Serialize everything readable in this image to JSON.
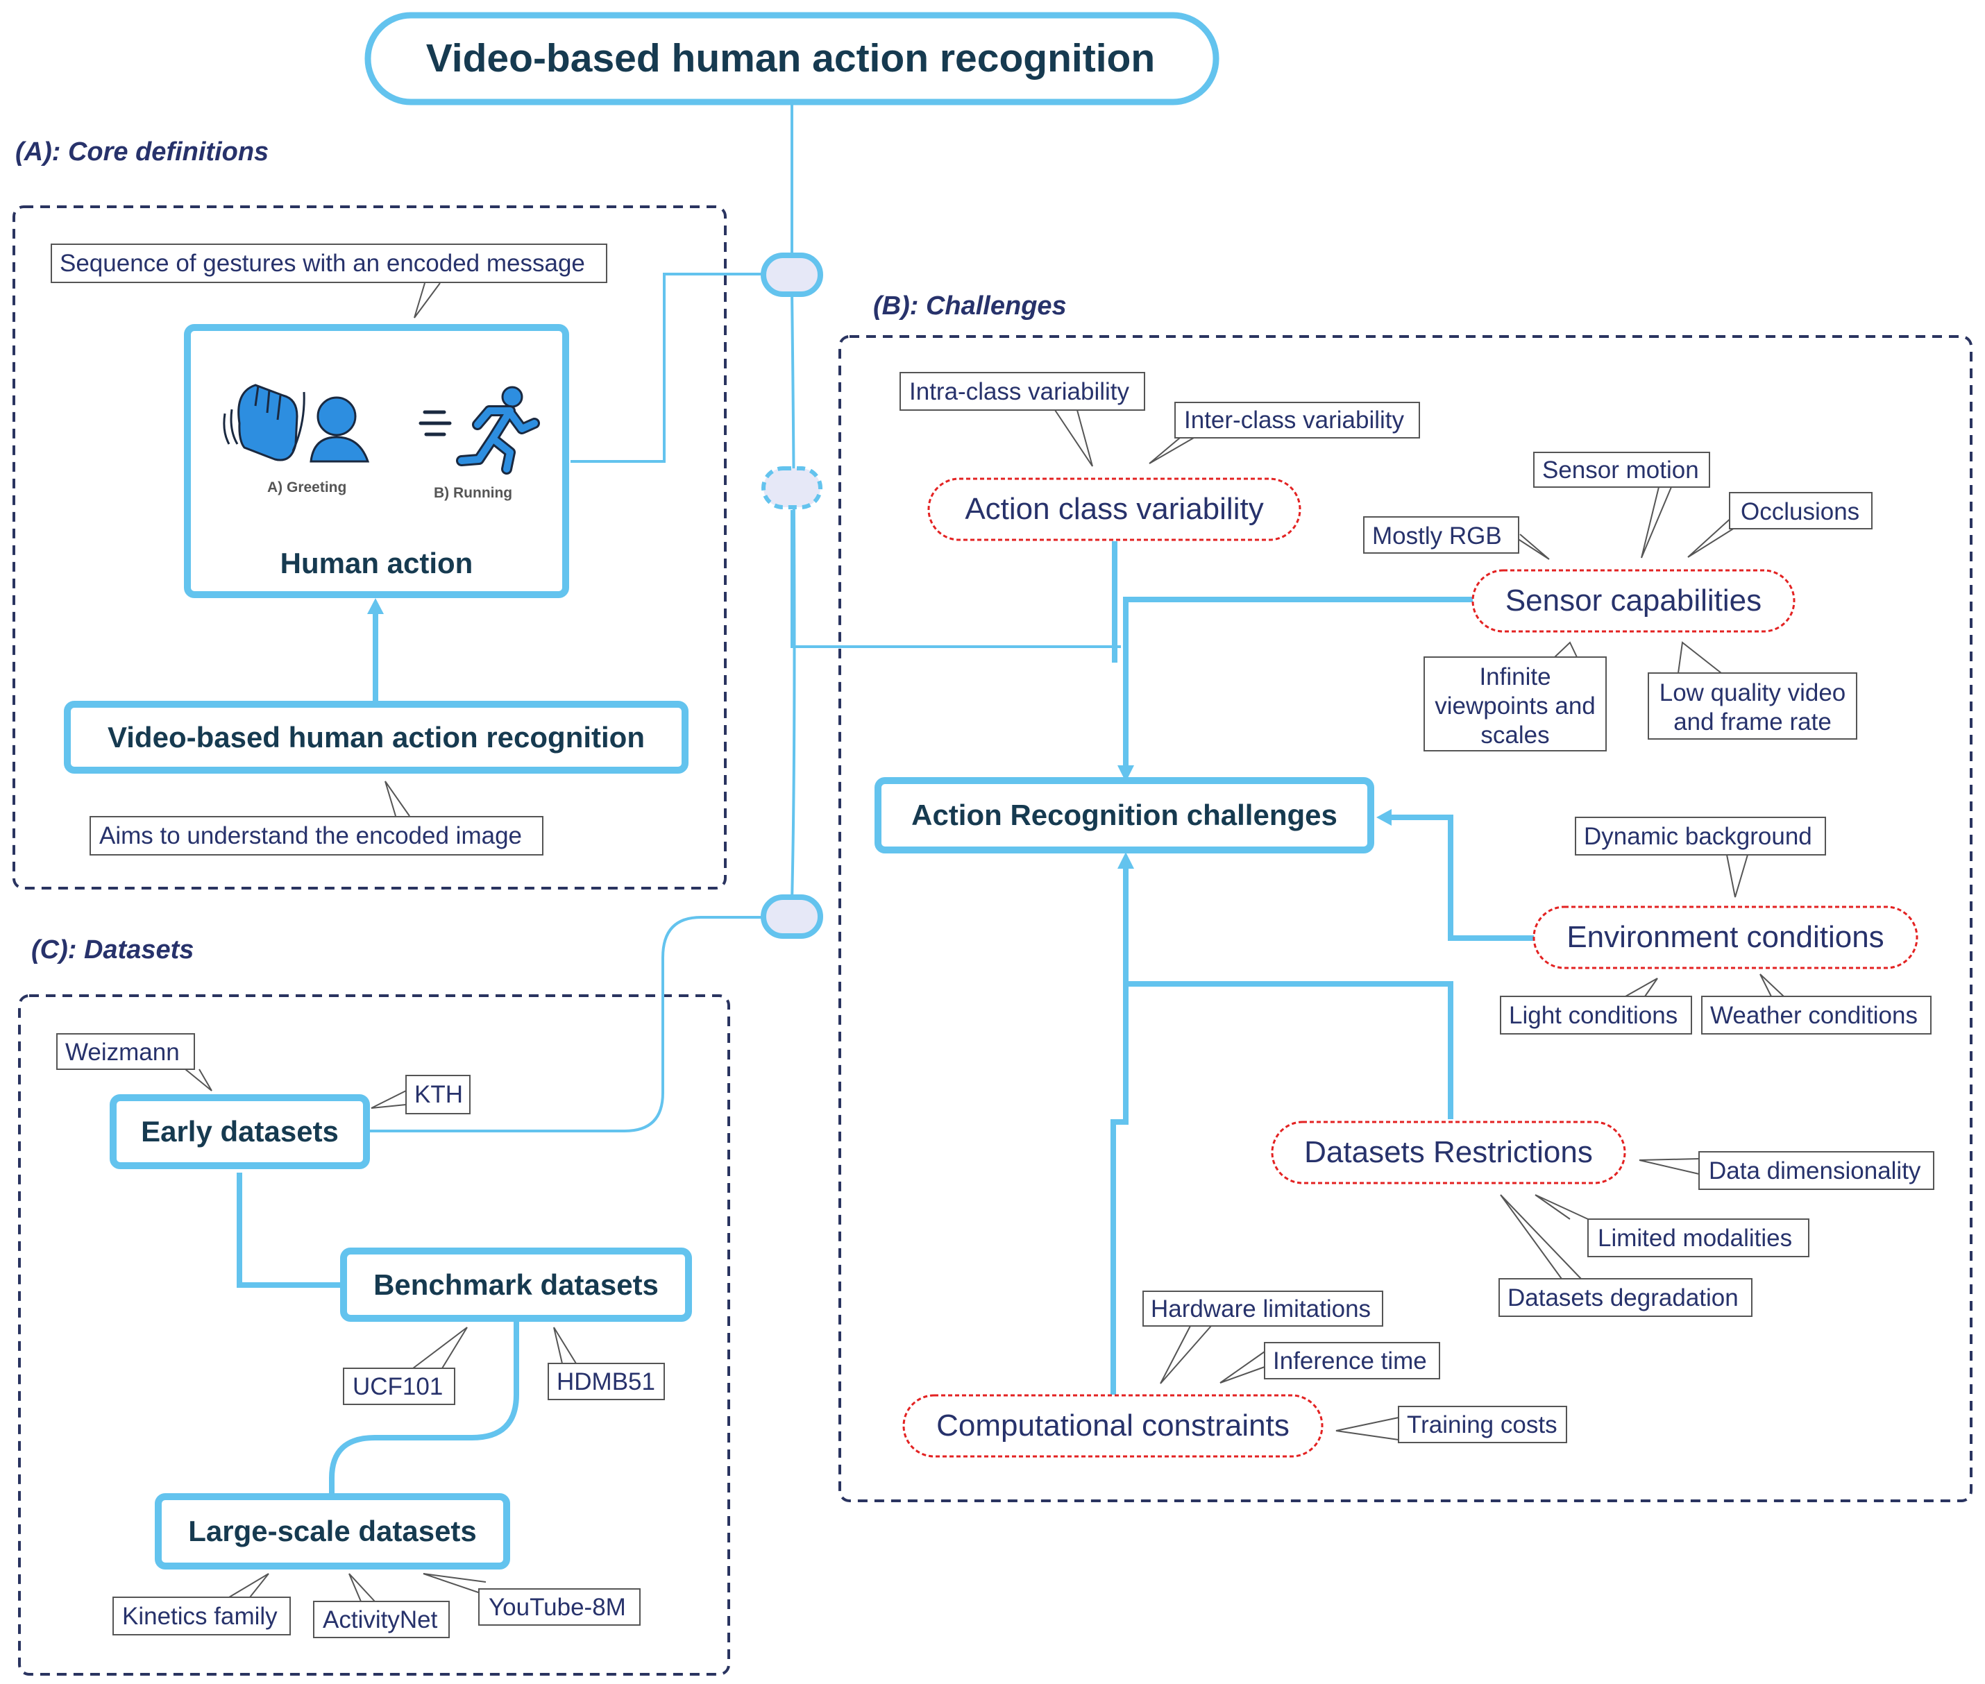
{
  "title": "Video-based human action recognition",
  "colors": {
    "box_border": "#63c3ee",
    "dark_text": "#163a50",
    "callout_text": "#27326b",
    "red_dashed": "#e32222",
    "icon_blue": "#2d8ee0",
    "node_fill": "#e6e8f7",
    "section_border": "#2a3460"
  },
  "section_a": {
    "label": "(A): Core definitions",
    "human_action": "Human action",
    "human_action_callout": "Sequence of gestures with an encoded message",
    "icons": [
      {
        "name": "greeting-icon",
        "caption": "A) Greeting"
      },
      {
        "name": "running-icon",
        "caption": "B) Running"
      }
    ],
    "vhar": "Video-based human action recognition",
    "vhar_callout": "Aims to understand the encoded image"
  },
  "section_b": {
    "label": "(B): Challenges",
    "center": "Action Recognition challenges",
    "action_class": {
      "label": "Action class variability",
      "callouts": [
        "Intra-class variability",
        "Inter-class variability"
      ]
    },
    "sensor": {
      "label": "Sensor capabilities",
      "callouts": [
        "Sensor motion",
        "Occlusions",
        "Mostly RGB",
        "Infinite viewpoints and scales",
        "Low quality video and frame rate"
      ]
    },
    "environment": {
      "label": "Environment conditions",
      "callouts": [
        "Dynamic background",
        "Light conditions",
        "Weather conditions"
      ]
    },
    "datasets": {
      "label": "Datasets Restrictions",
      "callouts": [
        "Data dimensionality",
        "Limited modalities",
        "Datasets degradation"
      ]
    },
    "computational": {
      "label": "Computational constraints",
      "callouts": [
        "Hardware limitations",
        "Inference time",
        "Training costs"
      ]
    }
  },
  "section_c": {
    "label": "(C): Datasets",
    "early": {
      "label": "Early datasets",
      "callouts": [
        "Weizmann",
        "KTH"
      ]
    },
    "benchmark": {
      "label": "Benchmark datasets",
      "callouts": [
        "UCF101",
        "HDMB51"
      ]
    },
    "large": {
      "label": "Large-scale datasets",
      "callouts": [
        "Kinetics family",
        "ActivityNet",
        "YouTube-8M"
      ]
    }
  }
}
